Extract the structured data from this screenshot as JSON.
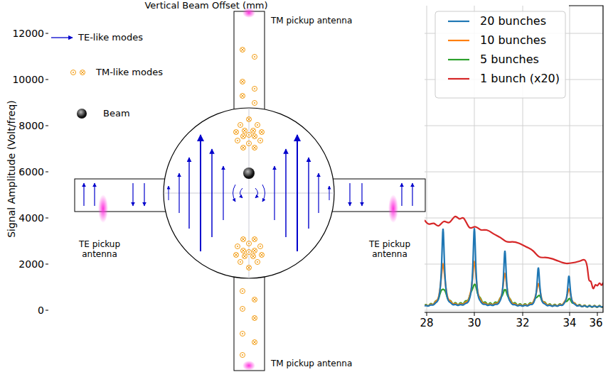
{
  "diagram": {
    "labels": [
      "Vertical Beam Offset (mm)",
      "Signal Amplitude (Volt/freq)",
      "12000",
      "10000",
      "8000",
      "6000",
      "4000",
      "2000",
      "0",
      "TM pickup antenna",
      "TE pickup antenna",
      "TE pickup antenna",
      "TM pickup antenna",
      "28",
      "30",
      "32",
      "34",
      "36"
    ],
    "legend": [
      {
        "text": "TE-like modes"
      },
      {
        "text": "TM-like modes"
      },
      {
        "text": "Beam"
      },
      {
        "text": "20 bunches"
      },
      {
        "text": "10 bunches"
      },
      {
        "text": "5 bunches"
      },
      {
        "text": "1 bunch (x20)"
      }
    ]
  }
}
